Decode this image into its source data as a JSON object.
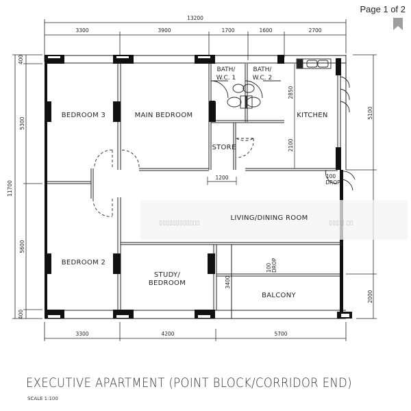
{
  "header": {
    "page_indicator": "Page 1 of 2",
    "bookmark_icon": "bookmark-icon"
  },
  "plan": {
    "overall_width_label": "13200",
    "top_dimensions": [
      "3300",
      "3900",
      "1700",
      "1600",
      "2700"
    ],
    "bottom_dimensions": [
      "3300",
      "4200",
      "5700"
    ],
    "left_overall_label": "11700",
    "left_dimensions": [
      "400",
      "5300",
      "5600",
      "400"
    ],
    "right_dimensions": [
      "5100",
      "2000"
    ],
    "interior_dimensions": {
      "store_width": "1200",
      "kitchen_upper": "2850",
      "kitchen_lower": "2100",
      "balcony_depth": "3400"
    },
    "rooms": {
      "bedroom3": "BEDROOM 3",
      "main_bedroom": "MAIN BEDROOM",
      "bath1_line1": "BATH/",
      "bath1_line2": "W.C. 1",
      "bath2_line1": "BATH/",
      "bath2_line2": "W.C. 2",
      "kitchen": "KITCHEN",
      "store": "STORE",
      "living_dining": "LIVING/DINING ROOM",
      "bedroom2": "BEDROOM 2",
      "study_line1": "STUDY/",
      "study_line2": "BEDROOM",
      "balcony": "BALCONY"
    },
    "drop_labels": {
      "kitchen_drop_line1": "100",
      "kitchen_drop_line2": "DROP",
      "balcony_drop_line1": "100",
      "balcony_drop_line2": "DROP"
    }
  },
  "footer": {
    "title": "EXECUTIVE APARTMENT (POINT BLOCK/CORRIDOR END)",
    "scale": "SCALE 1:100"
  }
}
